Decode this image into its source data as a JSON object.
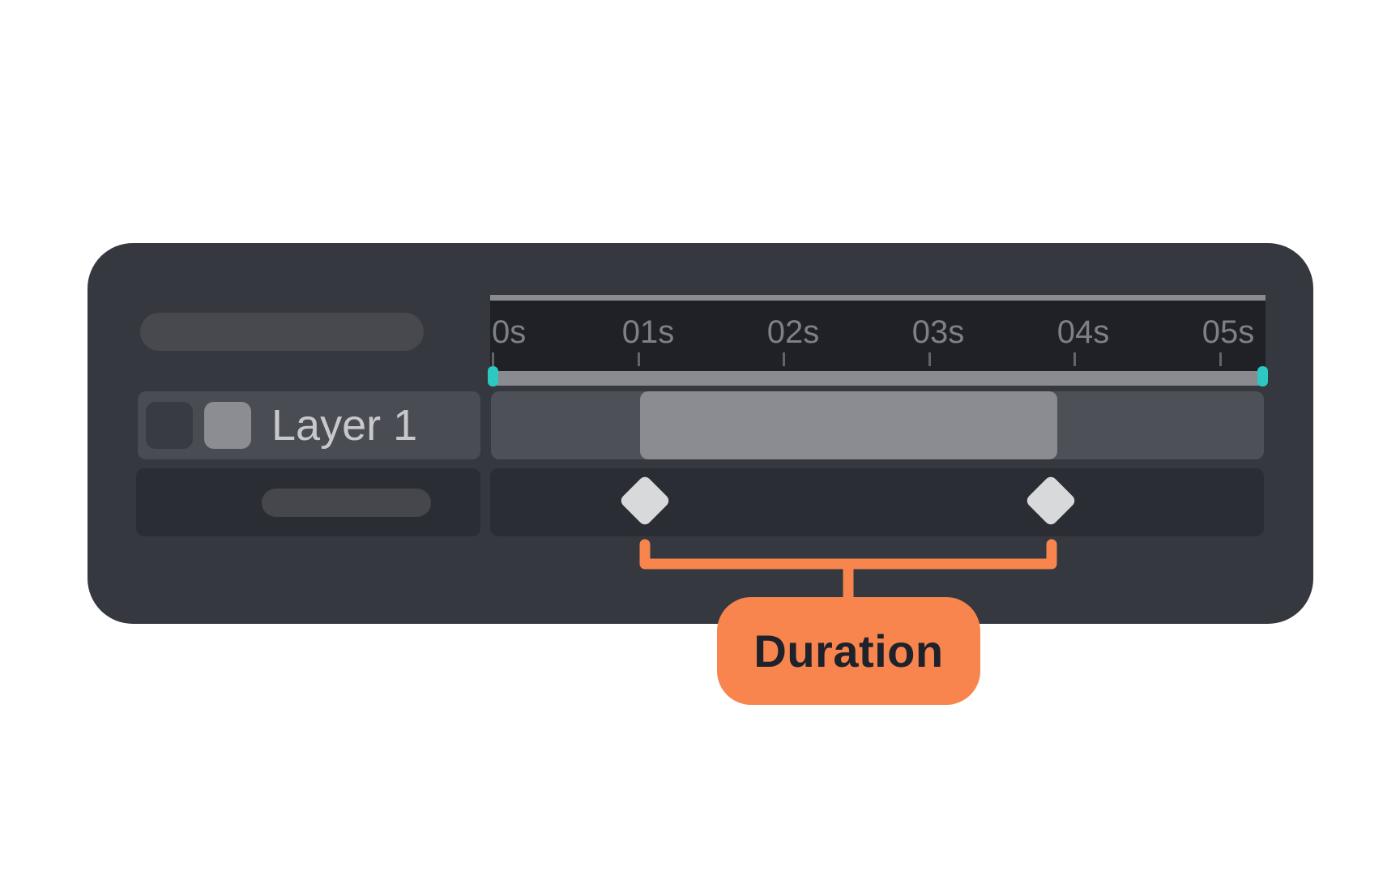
{
  "colors": {
    "accent_teal": "#2cc8c1",
    "accent_orange": "#f7854d",
    "panel_background": "#36383f",
    "ruler_background": "#1f2127",
    "keyframe_fill": "#d8d9db"
  },
  "timeline": {
    "ruler_labels": [
      "0s",
      "01s",
      "02s",
      "03s",
      "04s",
      "05s"
    ]
  },
  "layers": [
    {
      "name": "Layer 1"
    }
  ],
  "annotation": {
    "label": "Duration"
  }
}
